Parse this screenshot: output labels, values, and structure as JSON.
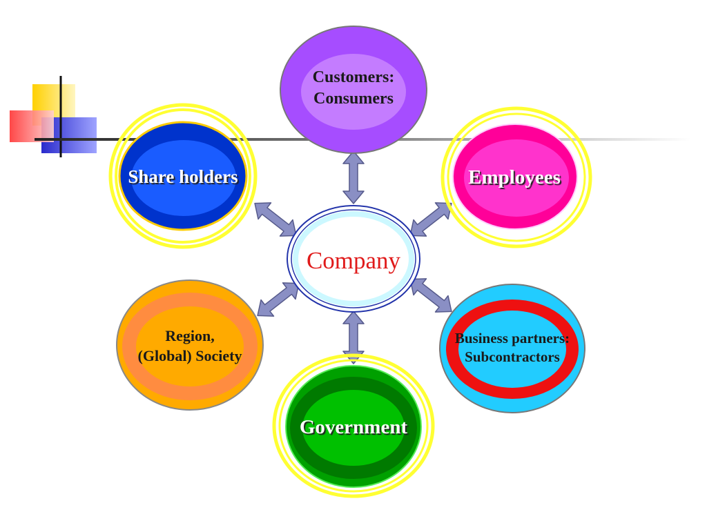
{
  "company": {
    "label": "Company"
  },
  "stakeholders": {
    "customers": {
      "line1": "Customers:",
      "line2": "Consumers"
    },
    "shareholders": {
      "label": "Share holders"
    },
    "employees": {
      "label": "Employees"
    },
    "region": {
      "line1": "Region,",
      "line2": "(Global) Society"
    },
    "partners": {
      "line1": "Business partners:",
      "line2": "Subcontractors"
    },
    "government": {
      "label": "Government"
    }
  },
  "colors": {
    "customers_outer": "#a64dff",
    "customers_inner": "#c47cff",
    "shareholders_outer": "#0033cc",
    "shareholders_inner": "#1a5cff",
    "employees_outer": "#ff0099",
    "employees_inner": "#ff33cc",
    "region_outer": "#ffaa00",
    "region_inner": "#ff8c40",
    "partners_outer": "#22ccff",
    "partners_ring": "#ee1111",
    "government_outer": "#007a00",
    "government_inner": "#00c000",
    "halo": "#ffff33",
    "arrow_fill": "#8a8fc4",
    "company_text": "#e01a1a"
  },
  "icons": [
    "double-arrow-icon"
  ]
}
